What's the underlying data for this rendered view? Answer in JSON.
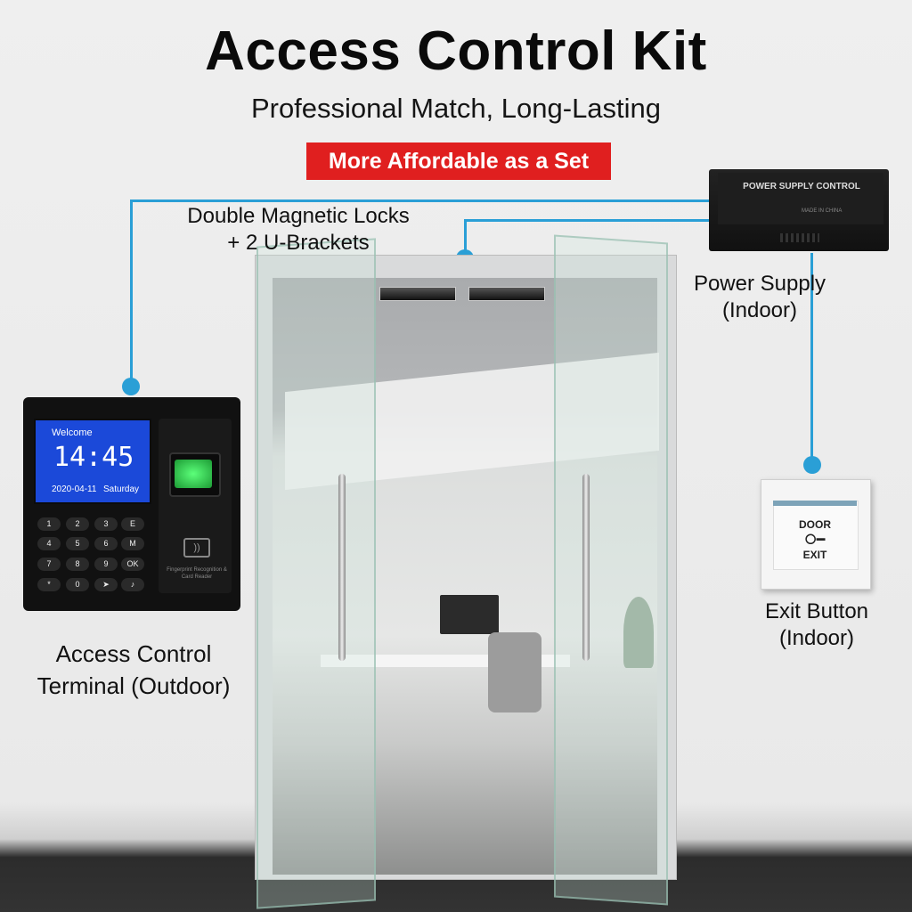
{
  "header": {
    "title": "Access Control Kit",
    "subtitle": "Professional Match, Long-Lasting",
    "promo": "More Affordable as a Set"
  },
  "labels": {
    "locks_line1": "Double Magnetic Locks",
    "locks_line2": "+ 2 U-Brackets",
    "power_line1": "Power Supply",
    "power_line2": "(Indoor)",
    "terminal_line1": "Access Control",
    "terminal_line2": "Terminal (Outdoor)",
    "exit_line1": "Exit Button",
    "exit_line2": "(Indoor)"
  },
  "power_supply": {
    "label": "POWER SUPPLY CONTROL",
    "made_in": "MADE IN CHINA"
  },
  "terminal": {
    "welcome": "Welcome",
    "time": "14:45",
    "date": "2020-04-11",
    "day": "Saturday",
    "fingerprint_caption": "Fingerprint Recognition & Card Reader",
    "keys": [
      "1",
      "2",
      "3",
      "E",
      "4",
      "5",
      "6",
      "M",
      "7",
      "8",
      "9",
      "OK",
      "*",
      "0",
      "➤",
      "♪"
    ]
  },
  "exit_button": {
    "door": "DOOR",
    "key_symbol": "⭘━",
    "exit": "EXIT"
  },
  "colors": {
    "accent_line": "#2a9fd6",
    "promo_bg": "#e01f1f",
    "lcd_blue": "#1b49d9",
    "fingerprint_green": "#3ce25a"
  }
}
